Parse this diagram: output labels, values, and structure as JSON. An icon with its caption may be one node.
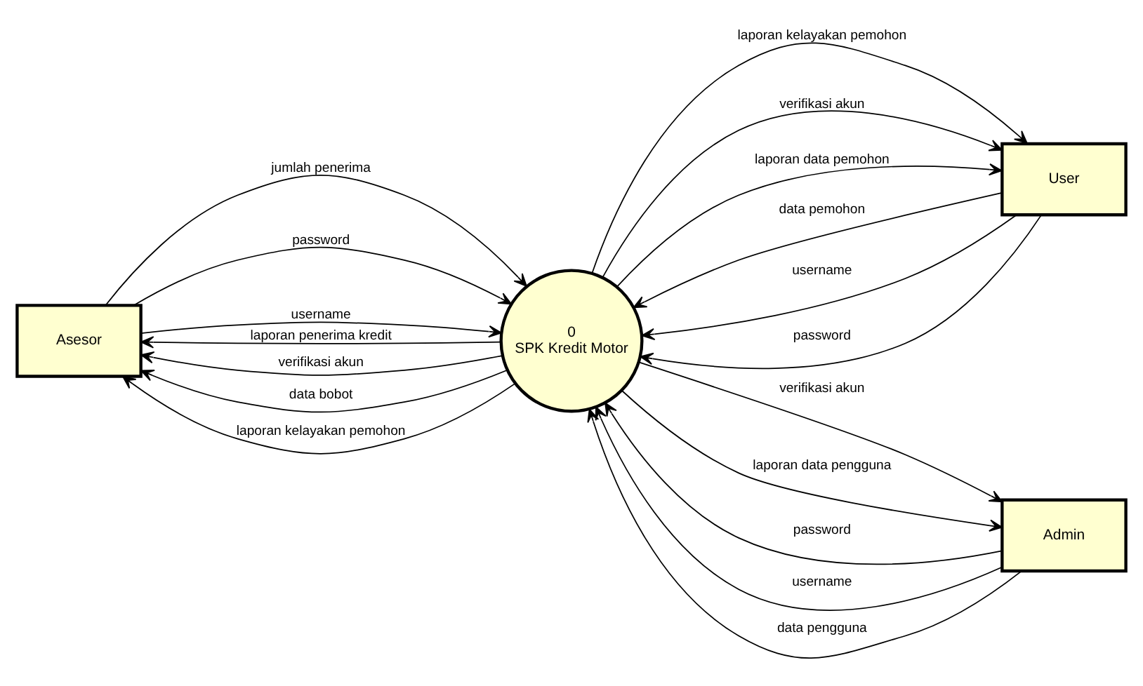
{
  "diagram": {
    "nodes": [
      {
        "text": [
          "Asesor"
        ]
      },
      {
        "text": [
          "0",
          "SPK Kredit Motor"
        ]
      },
      {
        "text": [
          "User"
        ]
      },
      {
        "text": [
          "Admin"
        ]
      }
    ],
    "edges": [
      {
        "from": 1,
        "to": 0,
        "arrow": "to",
        "label": "laporan penerima kredit"
      },
      {
        "from": 0,
        "to": 1,
        "arrow": "to",
        "label": "jumlah penerima"
      },
      {
        "from": 0,
        "to": 1,
        "arrow": "to",
        "label": "password"
      },
      {
        "from": 0,
        "to": 1,
        "arrow": "to",
        "label": "username"
      },
      {
        "from": 1,
        "to": 0,
        "arrow": "to",
        "label": "verifikasi akun"
      },
      {
        "from": 1,
        "to": 0,
        "arrow": "to",
        "label": "data bobot"
      },
      {
        "from": 1,
        "to": 0,
        "arrow": "to",
        "label": "laporan kelayakan pemohon"
      },
      {
        "from": 1,
        "to": 2,
        "arrow": "to",
        "label": "laporan kelayakan pemohon"
      },
      {
        "from": 1,
        "to": 2,
        "arrow": "to",
        "label": "verifikasi akun"
      },
      {
        "from": 1,
        "to": 2,
        "arrow": "to",
        "label": "laporan data pemohon"
      },
      {
        "from": 2,
        "to": 1,
        "arrow": "to",
        "label": "data pemohon"
      },
      {
        "from": 2,
        "to": 1,
        "arrow": "to",
        "label": "username"
      },
      {
        "from": 2,
        "to": 1,
        "arrow": "to",
        "label": "password"
      },
      {
        "from": 3,
        "to": 1,
        "arrow": "to",
        "label": "password"
      },
      {
        "from": 3,
        "to": 1,
        "arrow": "to",
        "label": "username"
      },
      {
        "from": 3,
        "to": 1,
        "arrow": "to",
        "label": "data pengguna"
      },
      {
        "from": 1,
        "to": 3,
        "arrow": "to",
        "label": "verifikasi akun"
      },
      {
        "from": 1,
        "to": 3,
        "arrow": "to",
        "label": "laporan data pengguna"
      }
    ]
  }
}
